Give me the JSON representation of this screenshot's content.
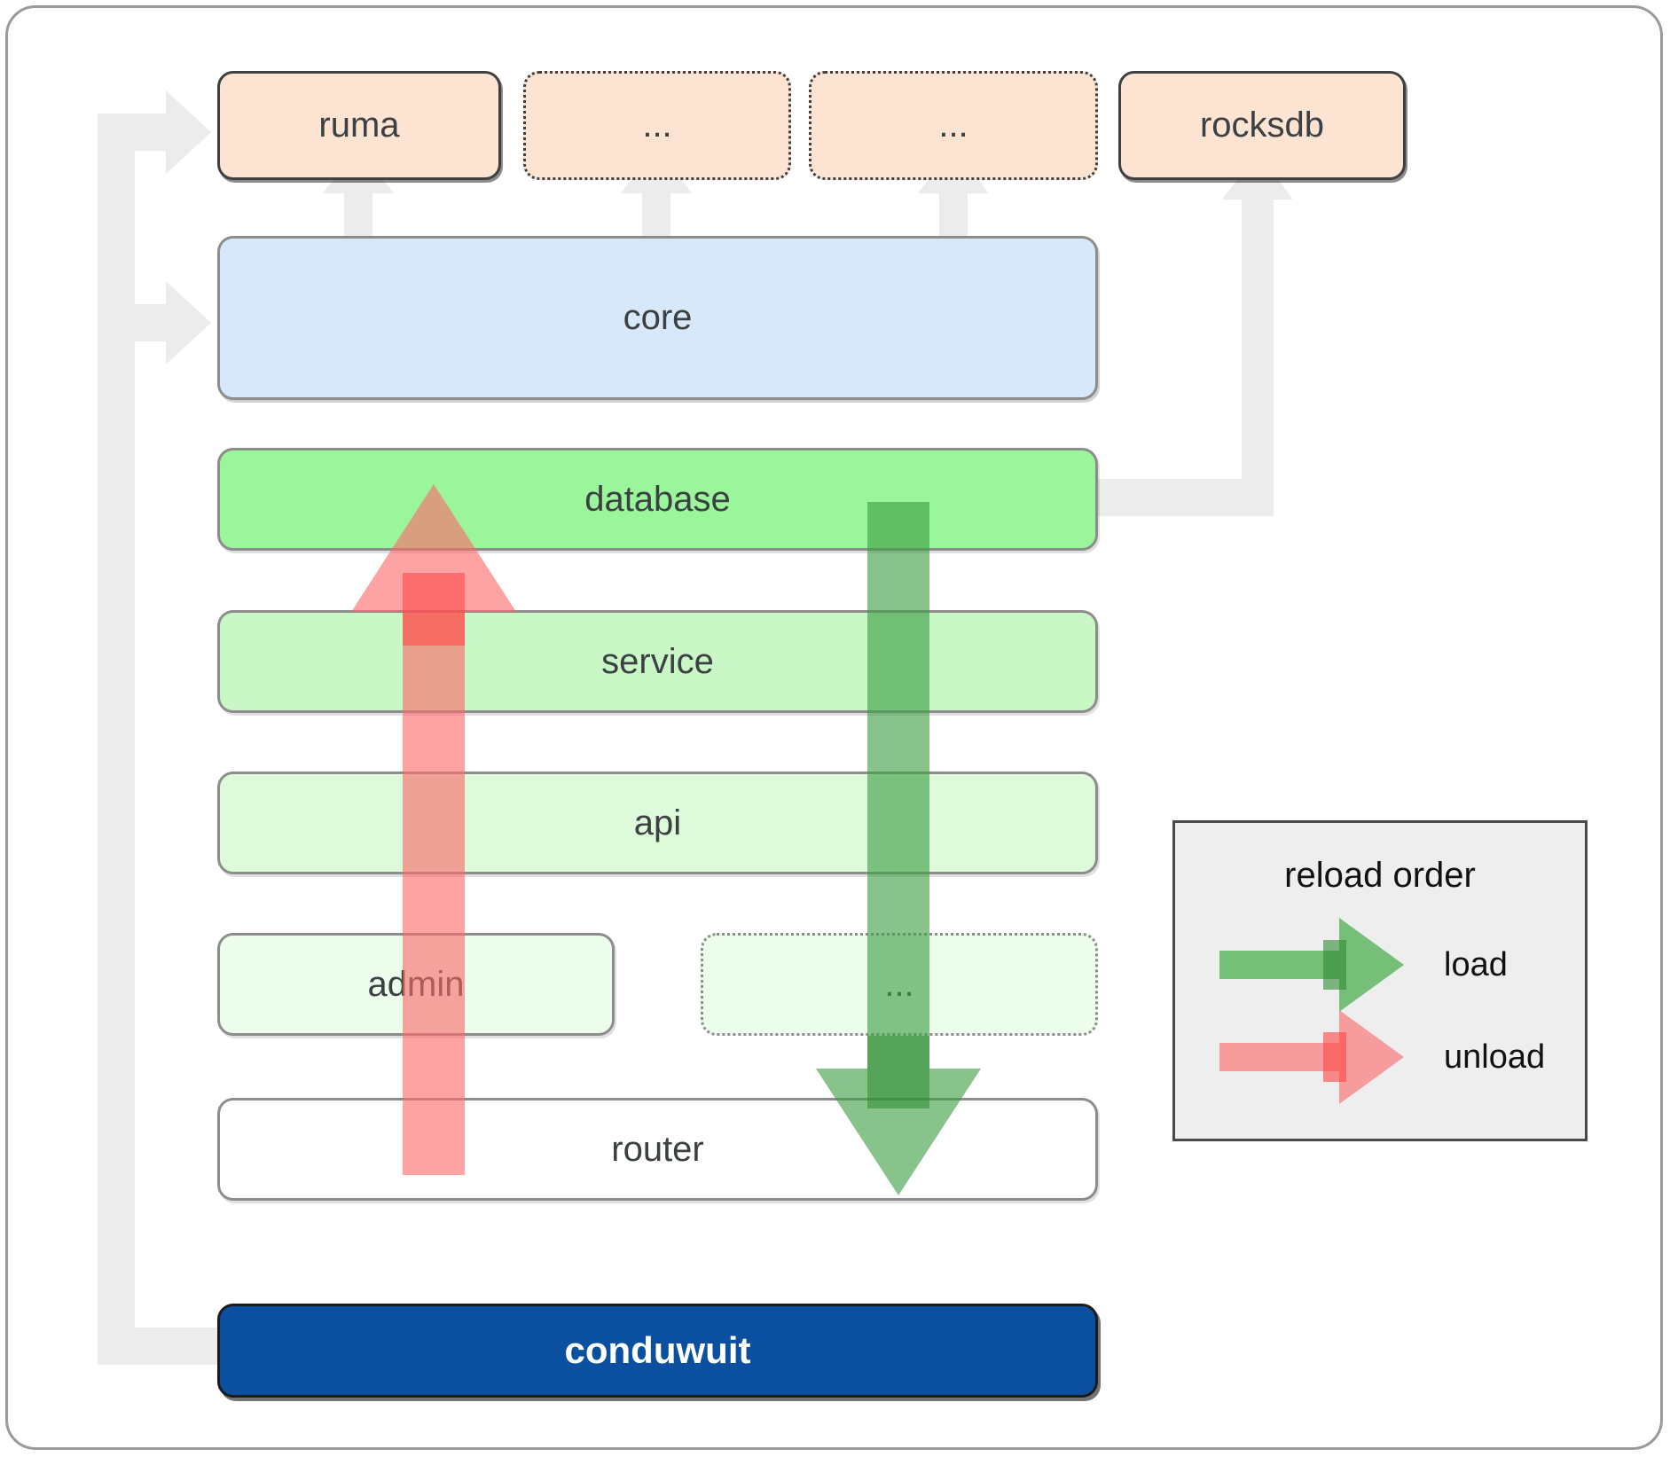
{
  "diagram": {
    "title": "conduwuit module / reload order architecture",
    "background": "#ffffff",
    "frame_color": "#9a9a9a"
  },
  "dependencies": {
    "color": "#fde3d2",
    "border": "#3f3f3f",
    "items": [
      {
        "label": "ruma",
        "style": "solid",
        "name": "dependency-ruma"
      },
      {
        "label": "...",
        "style": "dotted",
        "name": "dependency-ellipsis-1"
      },
      {
        "label": "...",
        "style": "dotted",
        "name": "dependency-ellipsis-2"
      },
      {
        "label": "rocksdb",
        "style": "solid",
        "name": "dependency-rocksdb"
      }
    ]
  },
  "core": {
    "label": "core",
    "color": "#d7e8fb",
    "border": "#8d8d8d"
  },
  "layers": [
    {
      "label": "database",
      "color": "#9bf59b",
      "style": "solid",
      "name": "layer-database"
    },
    {
      "label": "service",
      "color": "#c9f7c6",
      "style": "solid",
      "name": "layer-service"
    },
    {
      "label": "api",
      "color": "#ddfada",
      "style": "solid",
      "name": "layer-api"
    },
    {
      "label": "admin",
      "color": "#edfdec",
      "style": "solid",
      "name": "layer-admin"
    },
    {
      "label": "...",
      "color": "#edfdec",
      "style": "dotted",
      "name": "layer-ellipsis"
    },
    {
      "label": "router",
      "color": "#ffffff",
      "style": "solid",
      "name": "layer-router"
    }
  ],
  "root": {
    "label": "conduwuit",
    "color": "#0b50a0",
    "text_color": "#ffffff"
  },
  "legend": {
    "title": "reload order",
    "background": "#eeeeee",
    "border": "#4a4a4a",
    "entries": [
      {
        "label": "load",
        "color": "#4caf50",
        "name": "legend-load"
      },
      {
        "label": "unload",
        "color": "#f98080",
        "name": "legend-unload"
      }
    ]
  },
  "flows": {
    "load": {
      "label": "load",
      "color": "#4caf50",
      "direction": "down",
      "from": "database",
      "to": "router"
    },
    "unload": {
      "label": "unload",
      "color": "#f98080",
      "direction": "up",
      "from": "router",
      "to": "database"
    }
  },
  "connectors": {
    "color": "#ececec",
    "edges": [
      {
        "from": "conduwuit",
        "to": "ruma",
        "name": "connector-conduwuit-ruma"
      },
      {
        "from": "conduwuit",
        "to": "core",
        "name": "connector-conduwuit-core"
      },
      {
        "from": "core",
        "to": "ruma",
        "name": "connector-core-ruma"
      },
      {
        "from": "core",
        "to": "...",
        "name": "connector-core-ellipsis-1"
      },
      {
        "from": "core",
        "to": "...",
        "name": "connector-core-ellipsis-2"
      },
      {
        "from": "database",
        "to": "rocksdb",
        "name": "connector-database-rocksdb"
      }
    ]
  }
}
